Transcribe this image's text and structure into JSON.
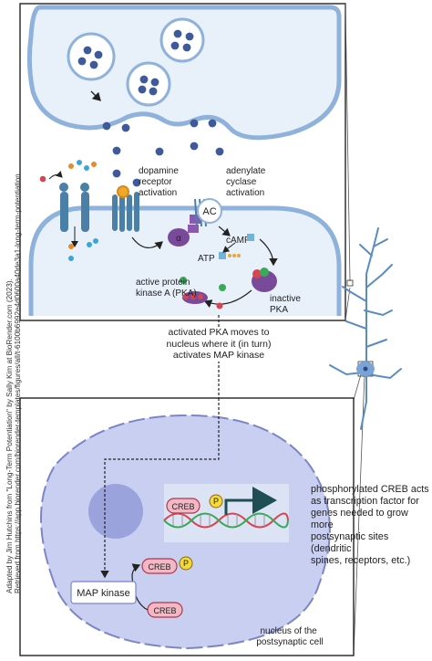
{
  "credit": {
    "line1": "Adapted by Jim Hutchins from \"Long-Term Potentiation\" by Sally Kim at BioRender.com (2023).",
    "line2": "Retrieved from https://app.biorender.com/biorender-templates/figures/all/t-6100b6992e4d0600a40de3a1-long-term-potentiation"
  },
  "synapse": {
    "dopamine_receptor_activation": [
      "dopamine",
      "receptor",
      "activation"
    ],
    "adenylate_cyclase_activation": [
      "adenylate",
      "cyclase",
      "activation"
    ],
    "ac": "AC",
    "alpha": "α",
    "camp": "cAMP",
    "atp": "ATP",
    "active_pka": [
      "active protein",
      "kinase A (PKA)"
    ],
    "inactive_pka": [
      "inactive",
      "PKA"
    ]
  },
  "middle_note": [
    "activated PKA moves to",
    "nucleus where it (in turn)",
    "activates MAP kinase"
  ],
  "nucleus": {
    "creb_top": "CREB",
    "creb_mid": "CREB",
    "creb_bottom": "CREB",
    "p_top": "P",
    "p_mid": "P",
    "map_kinase": "MAP kinase",
    "nucleus_label": [
      "nucleus of the",
      "postsynaptic cell"
    ]
  },
  "right_note": [
    "phosphorylated CREB acts",
    "as transcription factor for",
    "genes needed to grow more",
    "postsynaptic sites (dendritic",
    "spines, receptors, etc.)"
  ],
  "colors": {
    "membrane": "#8fb2dc",
    "cytoplasm": "#e8f0fa",
    "nucleus": "#c9cff0",
    "nucleus_border": "#7b85c8",
    "nucleolus": "#9aa3dc",
    "vesicle_dot": "#3f5a9a",
    "receptor": "#4a7fa8",
    "creb": "#f2b8c6",
    "p": "#f5d93a",
    "pka": "#7a4a9a",
    "arrow_dark": "#1f4f55"
  }
}
